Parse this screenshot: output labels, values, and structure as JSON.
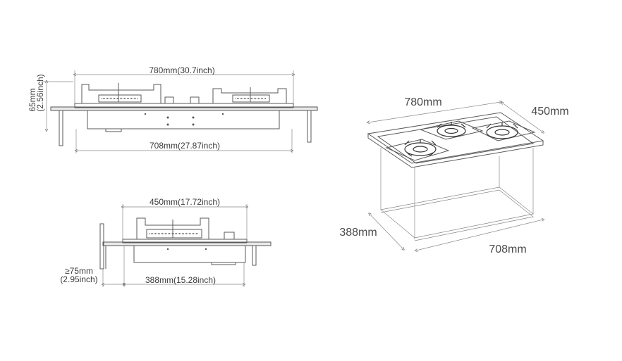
{
  "front_view": {
    "top_width": "780mm(30.7inch)",
    "bottom_width": "708mm(27.87inch)",
    "height_mm": "65mm",
    "height_in": "(2.56inch)"
  },
  "side_view": {
    "top_width": "450mm(17.72inch)",
    "bottom_width": "388mm(15.28inch)",
    "clearance_mm": "≥75mm",
    "clearance_in": "(2.95inch)"
  },
  "iso_view": {
    "length_top": "780mm",
    "depth_top": "450mm",
    "depth_bottom": "388mm",
    "length_bottom": "708mm"
  },
  "colors": {
    "line": "#5a5a5a",
    "text": "#3a3a3a",
    "background": "#ffffff"
  }
}
